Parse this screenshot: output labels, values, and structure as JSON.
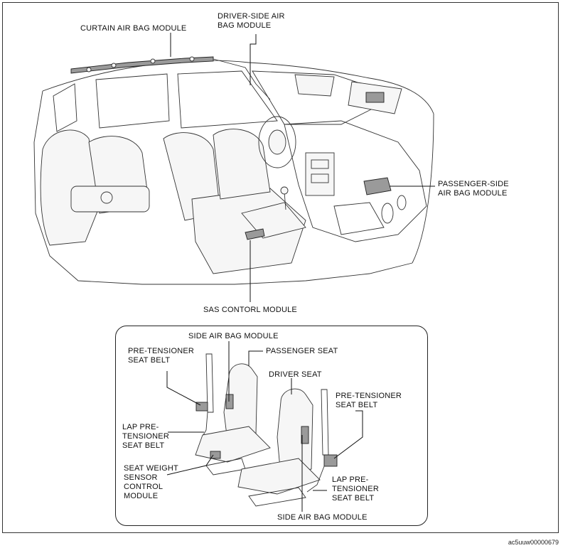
{
  "labels": {
    "curtain": "CURTAIN AIR BAG MODULE",
    "driver_1": "DRIVER-SIDE AIR",
    "driver_2": "BAG MODULE",
    "passenger_1": "PASSENGER-SIDE",
    "passenger_2": "AIR BAG MODULE",
    "sas": "SAS CONTORL MODULE",
    "side_top": "SIDE AIR BAG MODULE",
    "pass_seat": "PASSENGER SEAT",
    "driver_seat": "DRIVER SEAT",
    "pret_left_1": "PRE-TENSIONER",
    "pret_left_2": "SEAT BELT",
    "lap_left_1": "LAP PRE-",
    "lap_left_2": "TENSIONER",
    "lap_left_3": "SEAT BELT",
    "sws_1": "SEAT WEIGHT",
    "sws_2": "SENSOR",
    "sws_3": "CONTROL",
    "sws_4": "MODULE",
    "pret_right_1": "PRE-TENSIONER",
    "pret_right_2": "SEAT BELT",
    "lap_right_1": "LAP PRE-",
    "lap_right_2": "TENSIONER",
    "lap_right_3": "SEAT BELT",
    "side_bottom": "SIDE AIR BAG MODULE"
  },
  "figure_code": "ac5uuw00000679"
}
